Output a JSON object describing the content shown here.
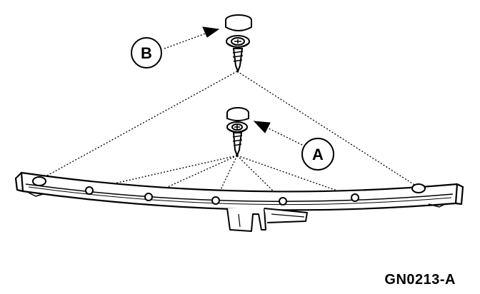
{
  "callouts": {
    "a": "A",
    "b": "B"
  },
  "figure_code": "GN0213-A"
}
